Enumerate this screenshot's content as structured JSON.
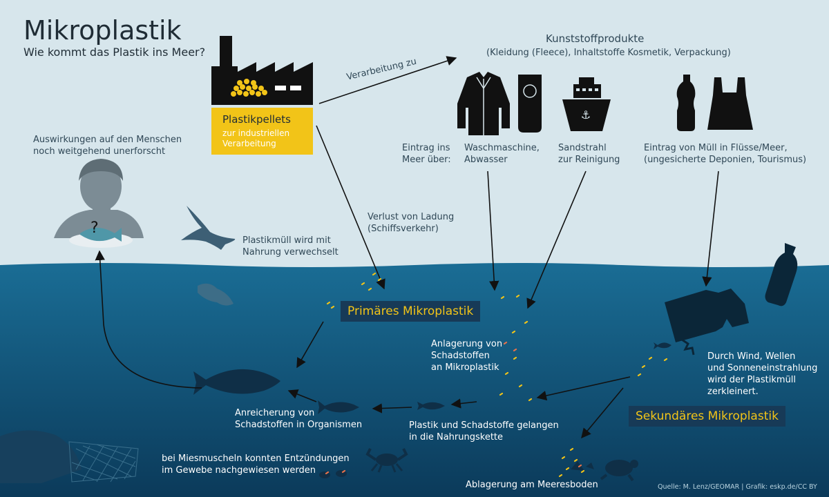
{
  "title": "Mikroplastik",
  "subtitle": "Wie kommt das Plastik ins Meer?",
  "pellets": {
    "title": "Plastikpellets",
    "subtitle": "zur industriellen\nVerarbeitung"
  },
  "labels": {
    "processing": "Verarbeitung zu",
    "products_title": "Kunststoffprodukte",
    "products_sub": "(Kleidung (Fleece), Inhaltstoffe Kosmetik, Verpackung)",
    "entry_via": "Eintrag ins\nMeer über:",
    "washing": "Waschmaschine,\nAbwasser",
    "sandblasting": "Sandstrahl\nzur Reinigung",
    "litter_entry": "Eintrag von Müll in Flüsse/Meer,\n(ungesicherte Deponien, Tourismus)",
    "human_effects": "Auswirkungen auf den Menschen\nnoch weitgehend unerforscht",
    "food_confusion": "Plastikmüll wird mit\nNahrung verwechselt",
    "cargo_loss": "Verlust von Ladung\n(Schiffsverkehr)",
    "primary": "Primäres Mikroplastik",
    "secondary": "Sekundäres Mikroplastik",
    "pollutant_attach": "Anlagerung von\nSchadstoffen\nan Mikroplastik",
    "fragmentation": "Durch Wind, Wellen\nund Sonneneinstrahlung\nwird der Plastikmüll\nzerkleinert.",
    "enrichment": "Anreicherung von\nSchadstoffen in Organismen",
    "food_chain": "Plastik und Schadstoffe gelangen\nin die Nahrungskette",
    "mussels": "bei Miesmuscheln konnten Entzündungen\nim Gewebe nachgewiesen werden",
    "sediment": "Ablagerung am Meeresboden",
    "question_mark": "?"
  },
  "source": "Quelle: M. Lenz/GEOMAR | Grafik: eskp.de/CC BY",
  "colors": {
    "sky": "#d7e6ec",
    "sea_top": "#1a6d95",
    "sea_bottom": "#0b3a5a",
    "accent_yellow": "#f2c418",
    "badge_bg": "#173a57",
    "icon_dark": "#111111"
  },
  "icons": [
    "factory-icon",
    "jacket-icon",
    "cream-tube-icon",
    "ship-icon",
    "bottle-icon",
    "plastic-bag-icon",
    "person-icon",
    "bird-icon",
    "fish-icon",
    "crab-icon",
    "turtle-icon",
    "fishing-net-icon",
    "plastic-bottle-underwater-icon",
    "plastic-bag-underwater-icon"
  ]
}
